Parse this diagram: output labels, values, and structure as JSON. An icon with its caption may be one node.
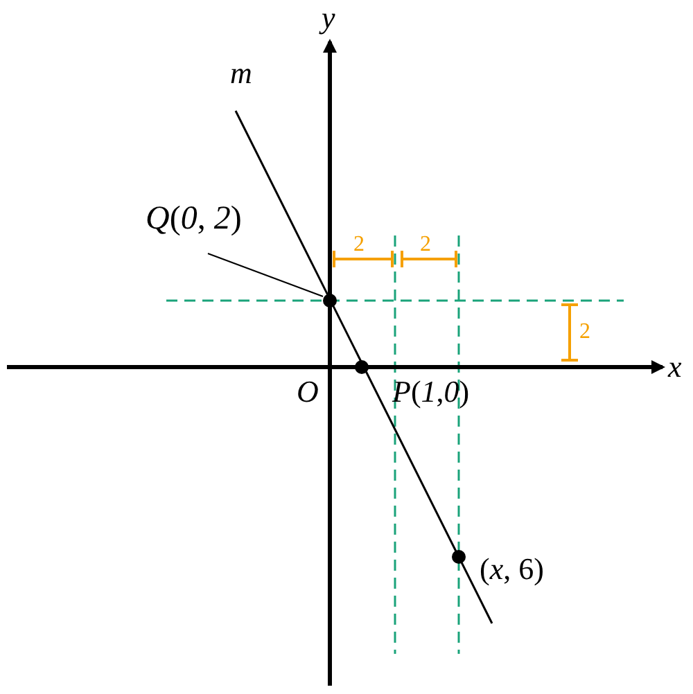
{
  "diagram": {
    "nodes": [
      {
        "text": [
          "*Q*(*0*, *2*)"
        ]
      },
      {
        "text": [],
        "shape": "circle"
      },
      {
        "text": [],
        "shape": "circle"
      },
      {
        "text": [],
        "shape": "circle"
      }
    ],
    "edges": [
      {
        "from": 0,
        "to": 1,
        "arrow": "none"
      }
    ],
    "labels": [
      "*y*",
      "*m*",
      "2",
      "2",
      "2",
      "*x*",
      "*O*",
      "*P*(*1*,*0*)",
      "(*x*, 6)"
    ]
  }
}
